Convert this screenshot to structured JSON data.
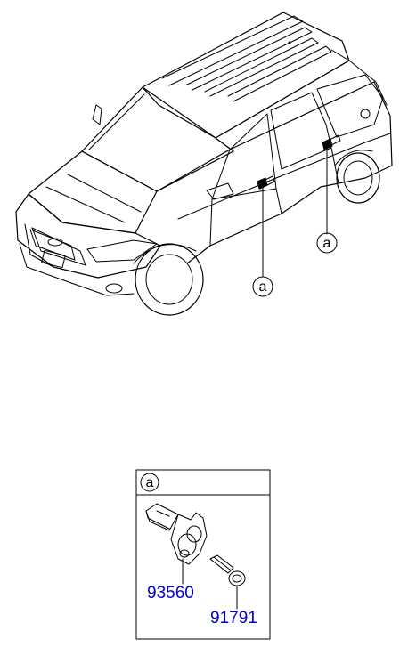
{
  "callouts": {
    "a": "a"
  },
  "detail_box": {
    "header_callout": "a"
  },
  "parts": [
    {
      "number": "93560"
    },
    {
      "number": "91791"
    }
  ],
  "colors": {
    "line": "#000000",
    "part_number": "#0000cc",
    "background": "#ffffff"
  }
}
